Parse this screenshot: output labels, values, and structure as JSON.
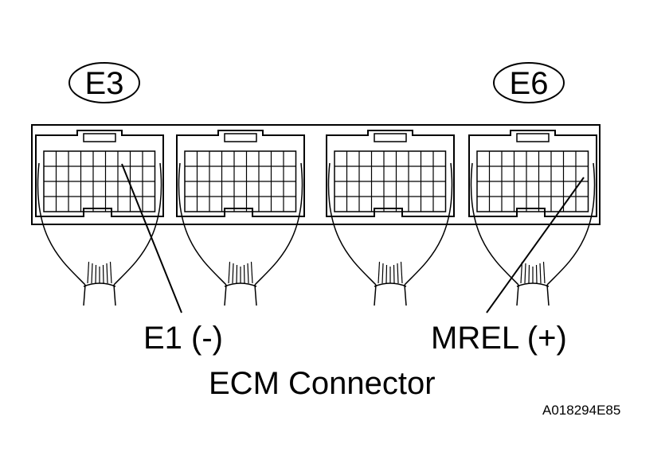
{
  "diagram": {
    "connector_left_code": "E3",
    "connector_right_code": "E6",
    "terminal_left": "E1 (-)",
    "terminal_right": "MREL (+)",
    "caption": "ECM Connector",
    "figure_id": "A018294E85"
  },
  "colors": {
    "ink": "#000000",
    "background": "#ffffff"
  }
}
